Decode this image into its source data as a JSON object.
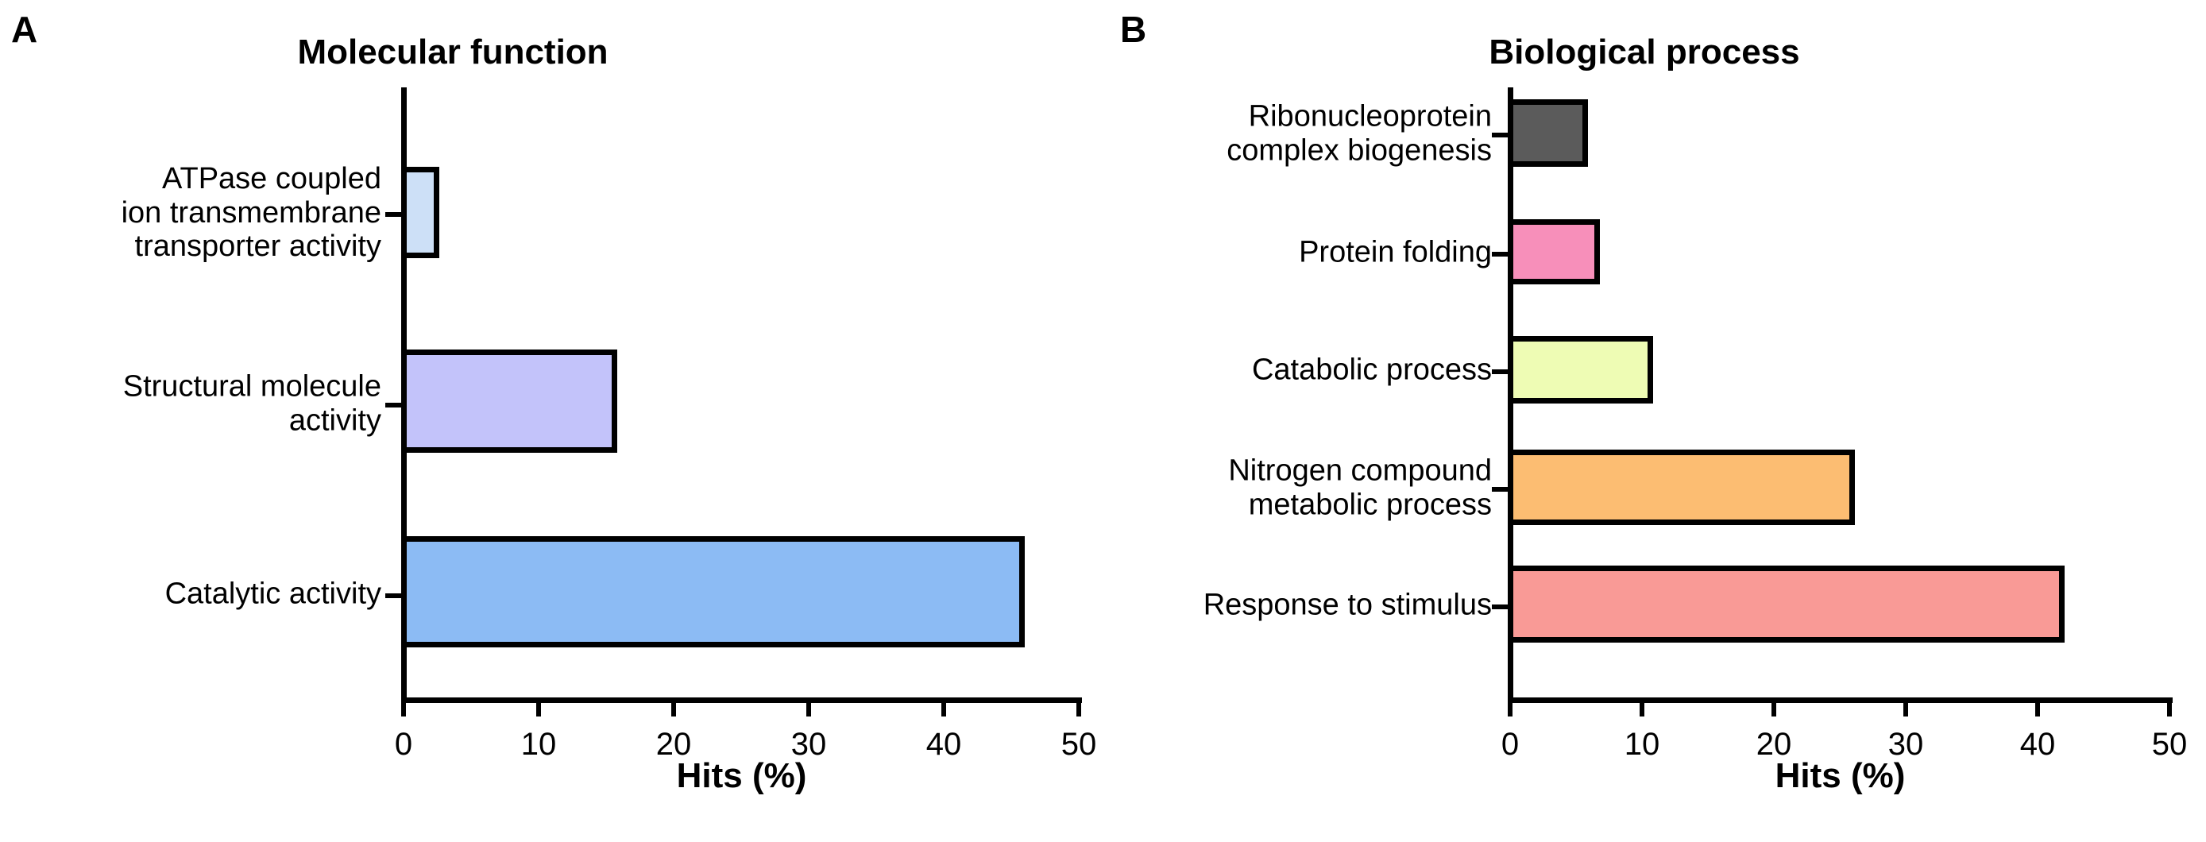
{
  "figure": {
    "background": "#ffffff",
    "bar_border_color": "#000000",
    "axis_color": "#000000"
  },
  "panels": [
    {
      "letter": "A",
      "title": "Molecular function",
      "axis_title": "Hits (%)"
    },
    {
      "letter": "B",
      "title": "Biological process",
      "axis_title": "Hits (%)"
    }
  ],
  "chart_data": [
    {
      "type": "bar",
      "orientation": "horizontal",
      "panel": "A",
      "title": "Molecular function",
      "xlabel": "Hits (%)",
      "ylabel": "",
      "xlim": [
        0,
        50
      ],
      "xticks": [
        0,
        10,
        20,
        30,
        40,
        50
      ],
      "xtick_labels": [
        "0",
        "10",
        "20",
        "30",
        "40",
        "50"
      ],
      "grid": false,
      "legend": "none",
      "categories": [
        "ATPase coupled\nion transmembrane\ntransporter activity",
        "Structural molecule\nactivity",
        "Catalytic activity"
      ],
      "values": [
        2.8,
        16.0,
        46.2
      ],
      "colors": [
        "#cde0f7",
        "#c3c3fa",
        "#8cbbf4"
      ]
    },
    {
      "type": "bar",
      "orientation": "horizontal",
      "panel": "B",
      "title": "Biological process",
      "xlabel": "Hits (%)",
      "ylabel": "",
      "xlim": [
        0,
        50
      ],
      "xticks": [
        0,
        10,
        20,
        30,
        40,
        50
      ],
      "xtick_labels": [
        "0",
        "10",
        "20",
        "30",
        "40",
        "50"
      ],
      "grid": false,
      "legend": "none",
      "categories": [
        "Ribonucleoprotein\ncomplex biogenesis",
        "Protein folding",
        "Catabolic process",
        "Nitrogen compound\nmetabolic process",
        "Response to stimulus"
      ],
      "values": [
        6.1,
        7.0,
        11.0,
        26.3,
        42.2
      ],
      "colors": [
        "#5b5b5b",
        "#f78fba",
        "#eefcb4",
        "#fcbd72",
        "#f99a96"
      ]
    }
  ]
}
